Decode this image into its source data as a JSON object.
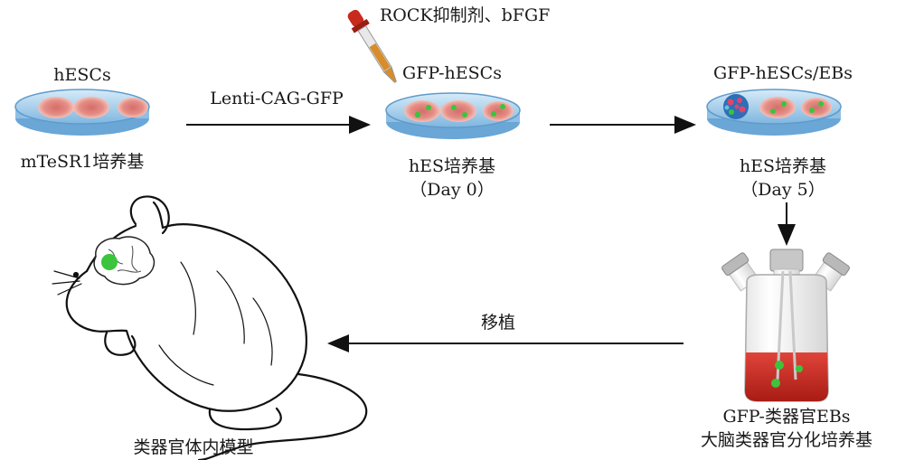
{
  "dish1": {
    "top": "hESCs",
    "bottom": "mTeSR1培养基"
  },
  "arrow1": {
    "label": "Lenti-CAG-GFP"
  },
  "dropper": {
    "label": "ROCK抑制剂、bFGF"
  },
  "dish2": {
    "top": "GFP-hESCs",
    "bottom": "hES培养基",
    "day": "（Day 0）"
  },
  "dish3": {
    "top": "GFP-hESCs/EBs",
    "bottom": "hES培养基",
    "day": "（Day 5）"
  },
  "flask": {
    "line1": "GFP-类器官EBs",
    "line2": "大脑类器官分化培养基"
  },
  "arrow_back": {
    "label": "移植"
  },
  "mouse": {
    "label": "类器官体内模型"
  },
  "colors": {
    "dish_blue": "#9cc8e8",
    "cell_pink": "#e8837b",
    "gfp_green": "#3cc43c",
    "medium_red": "#c8281e"
  }
}
